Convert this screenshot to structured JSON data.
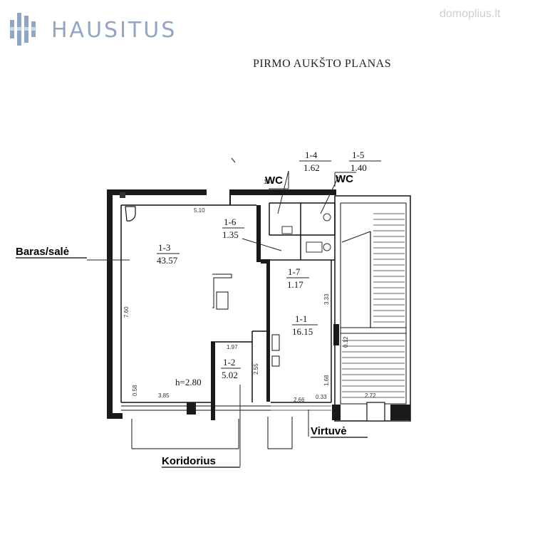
{
  "logo": {
    "text": "HAUSITUS",
    "color": "#8fa6c4"
  },
  "watermark": "domoplius.lt",
  "plan": {
    "title": "PIRMO AUKŠTO PLANAS",
    "ceiling_height": "h=2.80",
    "rooms": [
      {
        "id": "1-3",
        "area": "43.57"
      },
      {
        "id": "1-6",
        "area": "1.35"
      },
      {
        "id": "1-4",
        "area": "1.62"
      },
      {
        "id": "1-5",
        "area": "1.40"
      },
      {
        "id": "1-7",
        "area": "1.17"
      },
      {
        "id": "1-1",
        "area": "16.15"
      },
      {
        "id": "1-2",
        "area": "5.02"
      }
    ],
    "dimensions": [
      "5.10",
      "7.60",
      "3.85",
      "0.58",
      "1.97",
      "2.55",
      "3.33",
      "1.68",
      "2.66",
      "0.33",
      "2.72",
      "0.12",
      "13"
    ],
    "labels": {
      "baras": "Baras/salė",
      "wc1": "WC",
      "wc2": "WC",
      "virtuve": "Virtuvė",
      "koridorius": "Koridorius"
    }
  }
}
